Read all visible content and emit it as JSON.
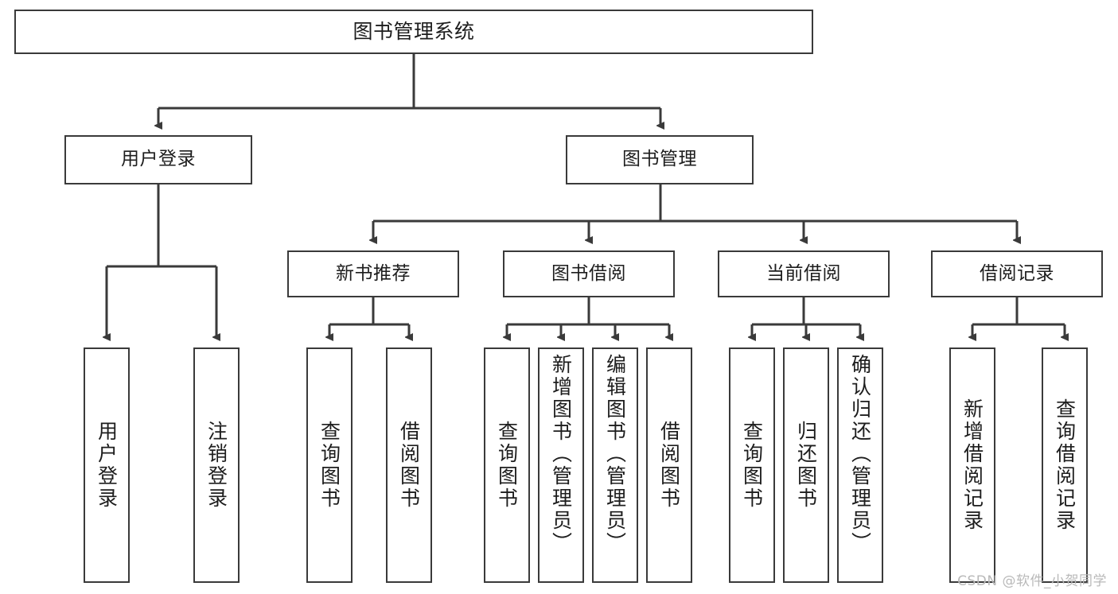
{
  "diagram": {
    "title": "图书管理系统",
    "watermark": "CSDN @软件_小贺同学",
    "edge_color": "#3a3a3a",
    "box_border_color": "#3a3a3a",
    "text_color": "#1d1d1d",
    "background": "#ffffff"
  },
  "nodes": {
    "root": {
      "label": "图书管理系统"
    },
    "level1": [
      {
        "label": "用户登录"
      },
      {
        "label": "图书管理"
      }
    ],
    "level2": [
      {
        "label": "新书推荐"
      },
      {
        "label": "图书借阅"
      },
      {
        "label": "当前借阅"
      },
      {
        "label": "借阅记录"
      }
    ],
    "leaves": {
      "user_login": [
        {
          "label": "用户登录"
        },
        {
          "label": "注销登录"
        }
      ],
      "new_book_recommend": [
        {
          "label": "查询图书"
        },
        {
          "label": "借阅图书"
        }
      ],
      "book_borrow": [
        {
          "label": "查询图书"
        },
        {
          "label": "新增图书（管理员）"
        },
        {
          "label": "编辑图书（管理员）"
        },
        {
          "label": "借阅图书"
        }
      ],
      "current_borrow": [
        {
          "label": "查询图书"
        },
        {
          "label": "归还图书"
        },
        {
          "label": "确认归还（管理员）"
        }
      ],
      "borrow_record": [
        {
          "label": "新增借阅记录"
        },
        {
          "label": "查询借阅记录"
        }
      ]
    }
  }
}
